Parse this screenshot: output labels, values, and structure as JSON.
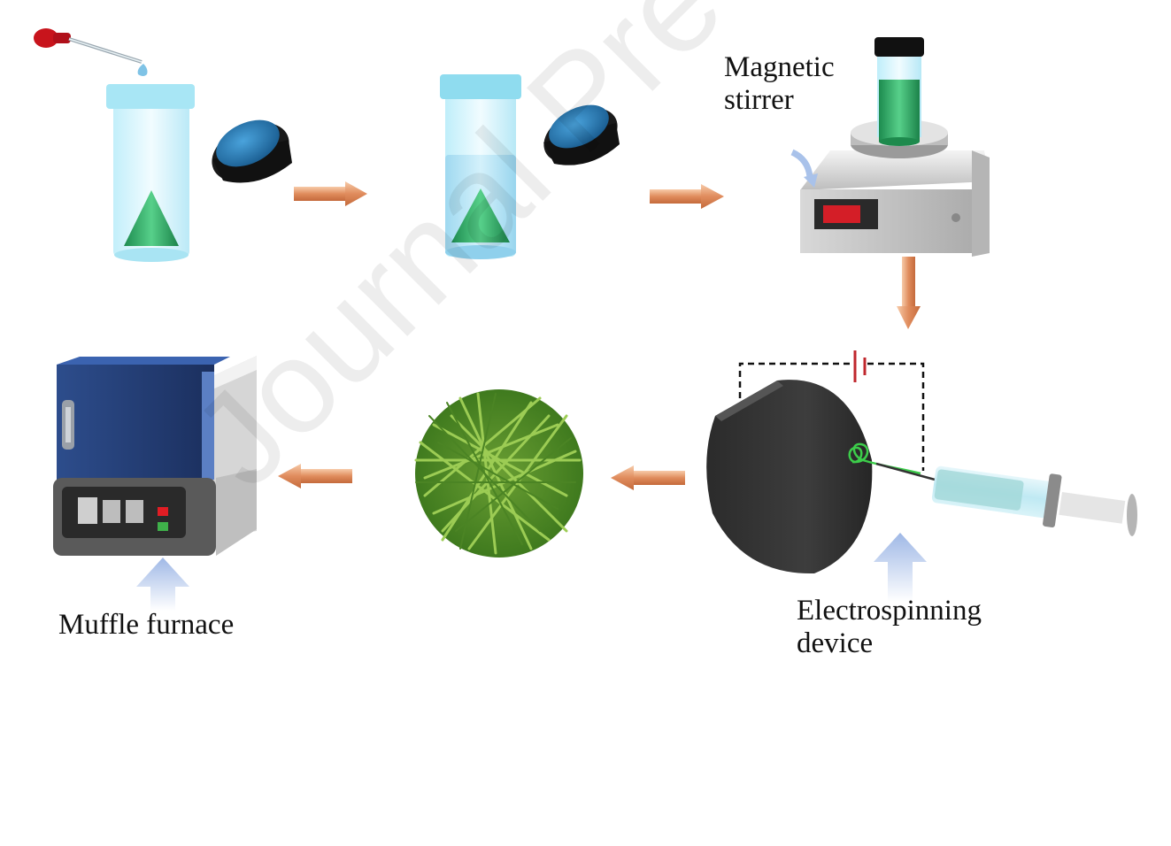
{
  "labels": {
    "magnetic_stirrer_line1": "Magnetic",
    "magnetic_stirrer_line2": "stirrer",
    "electrospinning_line1": "Electrospinning",
    "electrospinning_line2": "device",
    "muffle_furnace": "Muffle furnace"
  },
  "watermark": "Journal Pre-proof",
  "colors": {
    "arrow": "#e7a37a",
    "solution_green": "#3fae5c",
    "vial_blue": "#9fe0ee",
    "furnace_door": "#23407a",
    "pointer_arrow": "#a9c2ea",
    "fiber_green": "#6fa63a"
  },
  "icons": [
    "dropper-icon",
    "vial-icon",
    "cap-icon",
    "stirrer-icon",
    "collector-disc-icon",
    "syringe-icon",
    "battery-icon",
    "fiber-mat-icon",
    "muffle-furnace-icon"
  ]
}
